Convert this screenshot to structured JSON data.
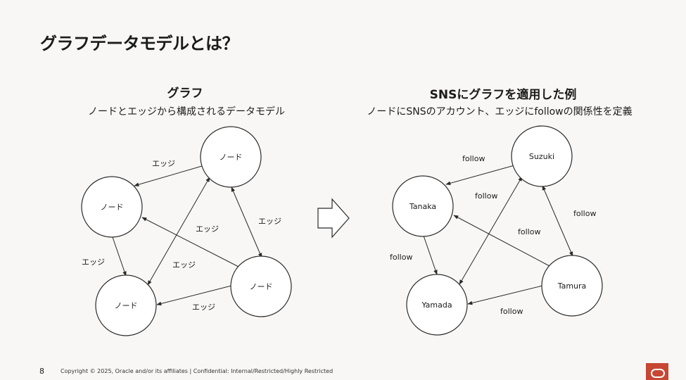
{
  "slide": {
    "title": "グラフデータモデルとは？",
    "page_number": "8",
    "copyright": "Copyright © 2025, Oracle and/or its affiliates | Confidential: Internal/Restricted/Highly Restricted"
  },
  "left_panel": {
    "title": "グラフ",
    "subtitle": "ノードとエッジから構成されるデータモデル"
  },
  "right_panel": {
    "title": "SNSにグラフを適用した例",
    "subtitle": "ノードにSNSのアカウント、エッジにfollowの関係性を定義"
  },
  "left_graph": {
    "nodes": [
      {
        "id": "top",
        "label": "ノード"
      },
      {
        "id": "left",
        "label": "ノード"
      },
      {
        "id": "bottom",
        "label": "ノード"
      },
      {
        "id": "right",
        "label": "ノード"
      }
    ],
    "edges": [
      {
        "id": "e1",
        "label": "エッジ"
      },
      {
        "id": "e2",
        "label": "エッジ"
      },
      {
        "id": "e3",
        "label": "エッジ"
      },
      {
        "id": "e4",
        "label": "エッジ"
      },
      {
        "id": "e5",
        "label": "エッジ"
      },
      {
        "id": "e6",
        "label": "エッジ"
      }
    ]
  },
  "right_graph": {
    "nodes": [
      {
        "id": "suzuki",
        "label": "Suzuki"
      },
      {
        "id": "tanaka",
        "label": "Tanaka"
      },
      {
        "id": "yamada",
        "label": "Yamada"
      },
      {
        "id": "tamura",
        "label": "Tamura"
      }
    ],
    "edges": [
      {
        "id": "f1",
        "label": "follow"
      },
      {
        "id": "f2",
        "label": "follow"
      },
      {
        "id": "f3",
        "label": "follow"
      },
      {
        "id": "f4",
        "label": "follow"
      },
      {
        "id": "f5",
        "label": "follow"
      },
      {
        "id": "f6",
        "label": "follow"
      }
    ]
  }
}
